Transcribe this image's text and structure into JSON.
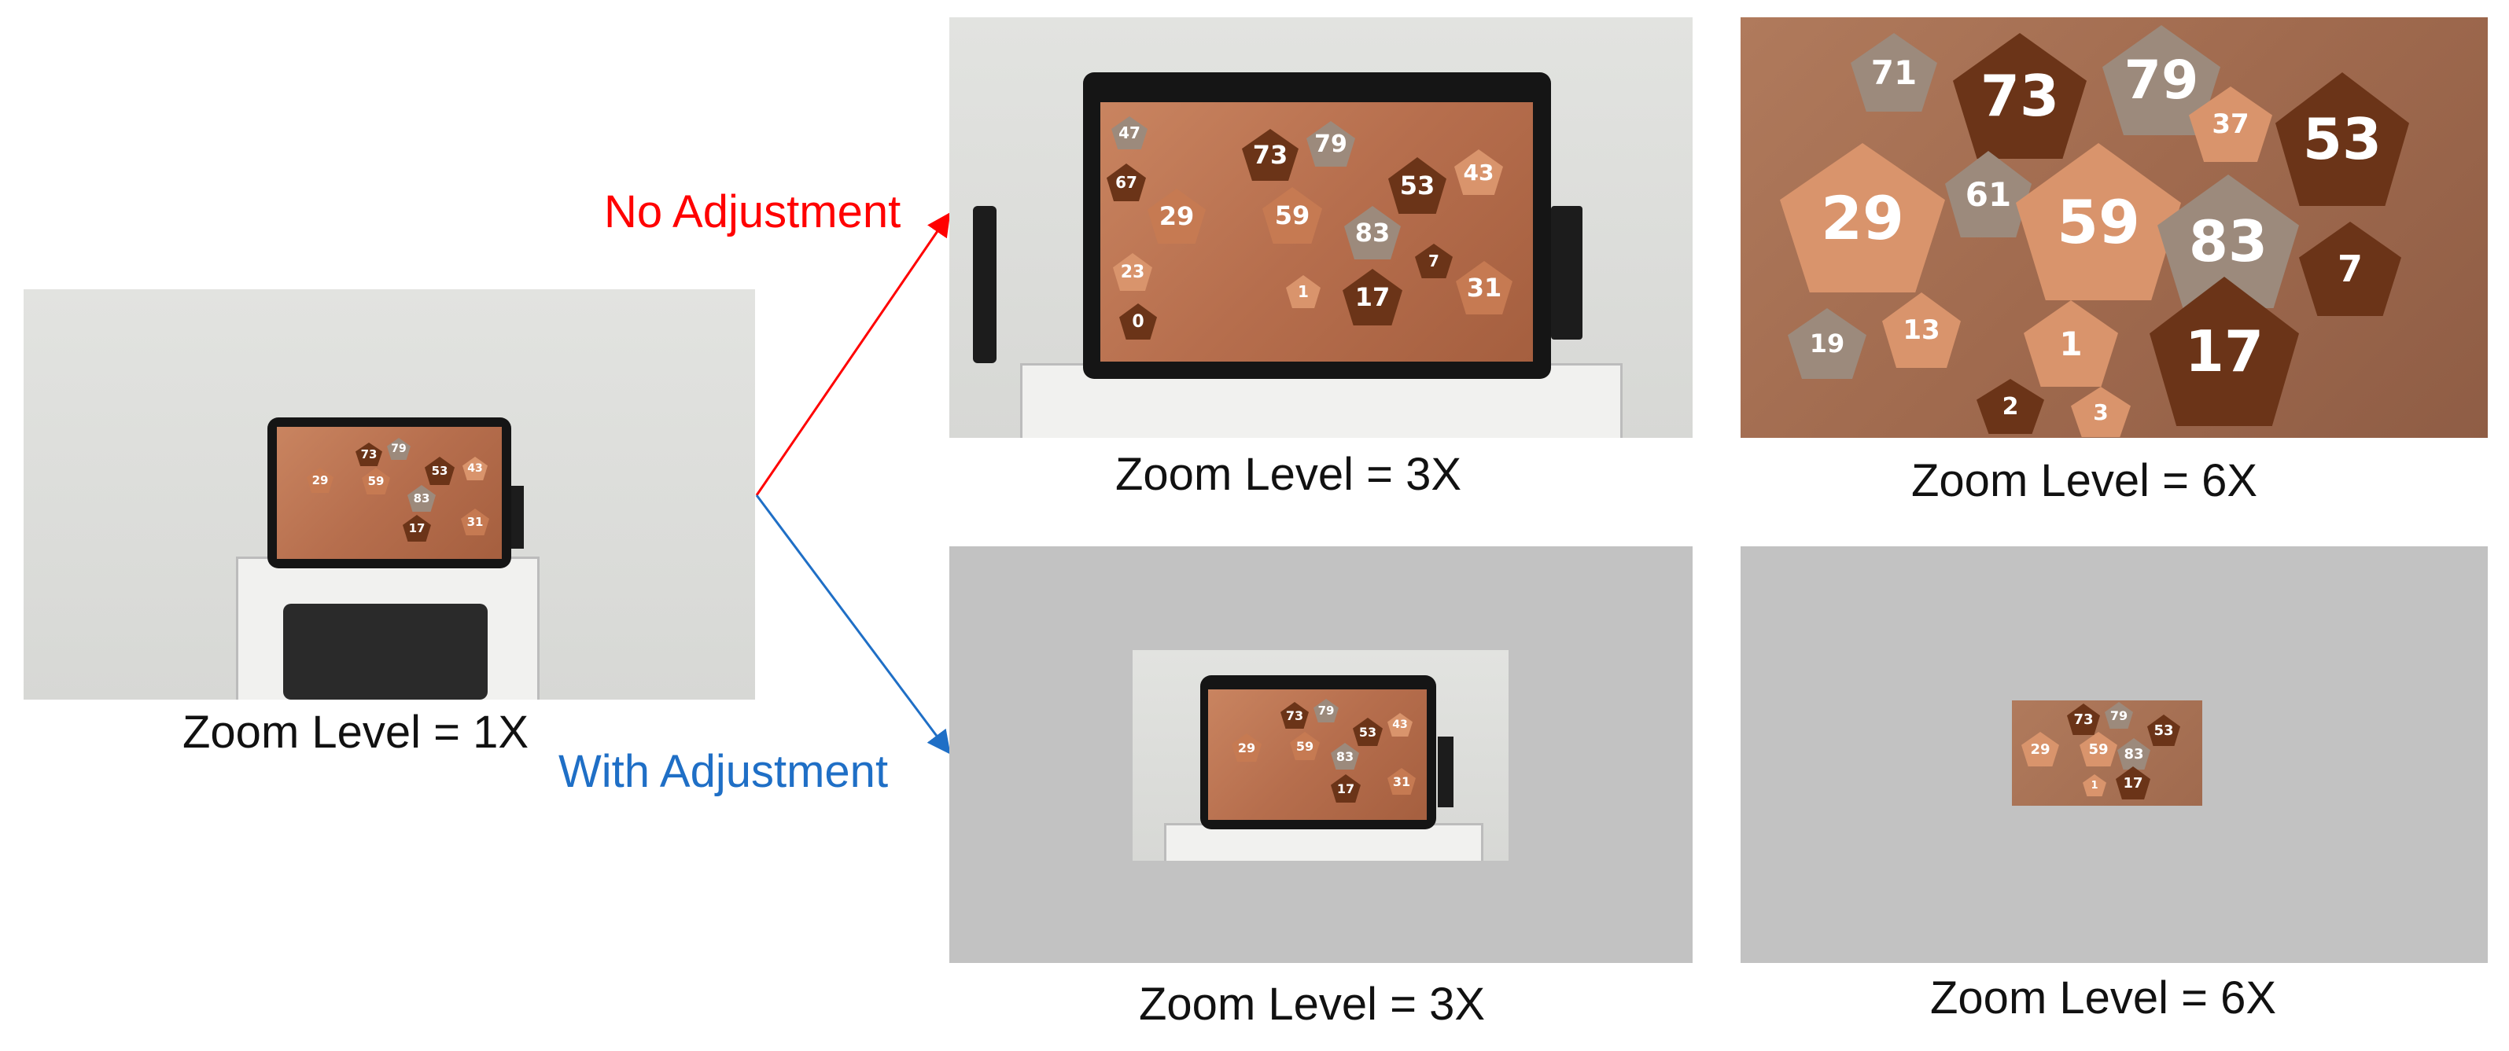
{
  "captions": {
    "zoom_1x": "Zoom Level = 1X",
    "top_3x": "Zoom Level = 3X",
    "top_6x": "Zoom Level = 6X",
    "bottom_3x": "Zoom Level = 3X",
    "bottom_6x": "Zoom Level = 6X"
  },
  "arrows": {
    "no_adjustment": "No Adjustment",
    "with_adjustment": "With Adjustment"
  },
  "colors": {
    "no_adjustment": "#ff0000",
    "with_adjustment": "#1f6fc6",
    "gray_background": "#c2c2c2"
  },
  "tiles": {
    "t1": "73",
    "t2": "79",
    "t3": "29",
    "t4": "59",
    "t5": "53",
    "t6": "43",
    "t7": "83",
    "t8": "17",
    "t9": "31",
    "t10": "67",
    "t11": "23",
    "t12": "0",
    "t13": "1",
    "t14": "7",
    "t15": "47"
  },
  "tiles_zoom6": {
    "z1": "73",
    "z2": "79",
    "z3": "29",
    "z4": "59",
    "z5": "53",
    "z6": "83",
    "z7": "17",
    "z8": "61",
    "z9": "37",
    "z10": "71",
    "z11": "13",
    "z12": "19",
    "z13": "1",
    "z14": "7",
    "z15": "2",
    "z16": "3"
  }
}
